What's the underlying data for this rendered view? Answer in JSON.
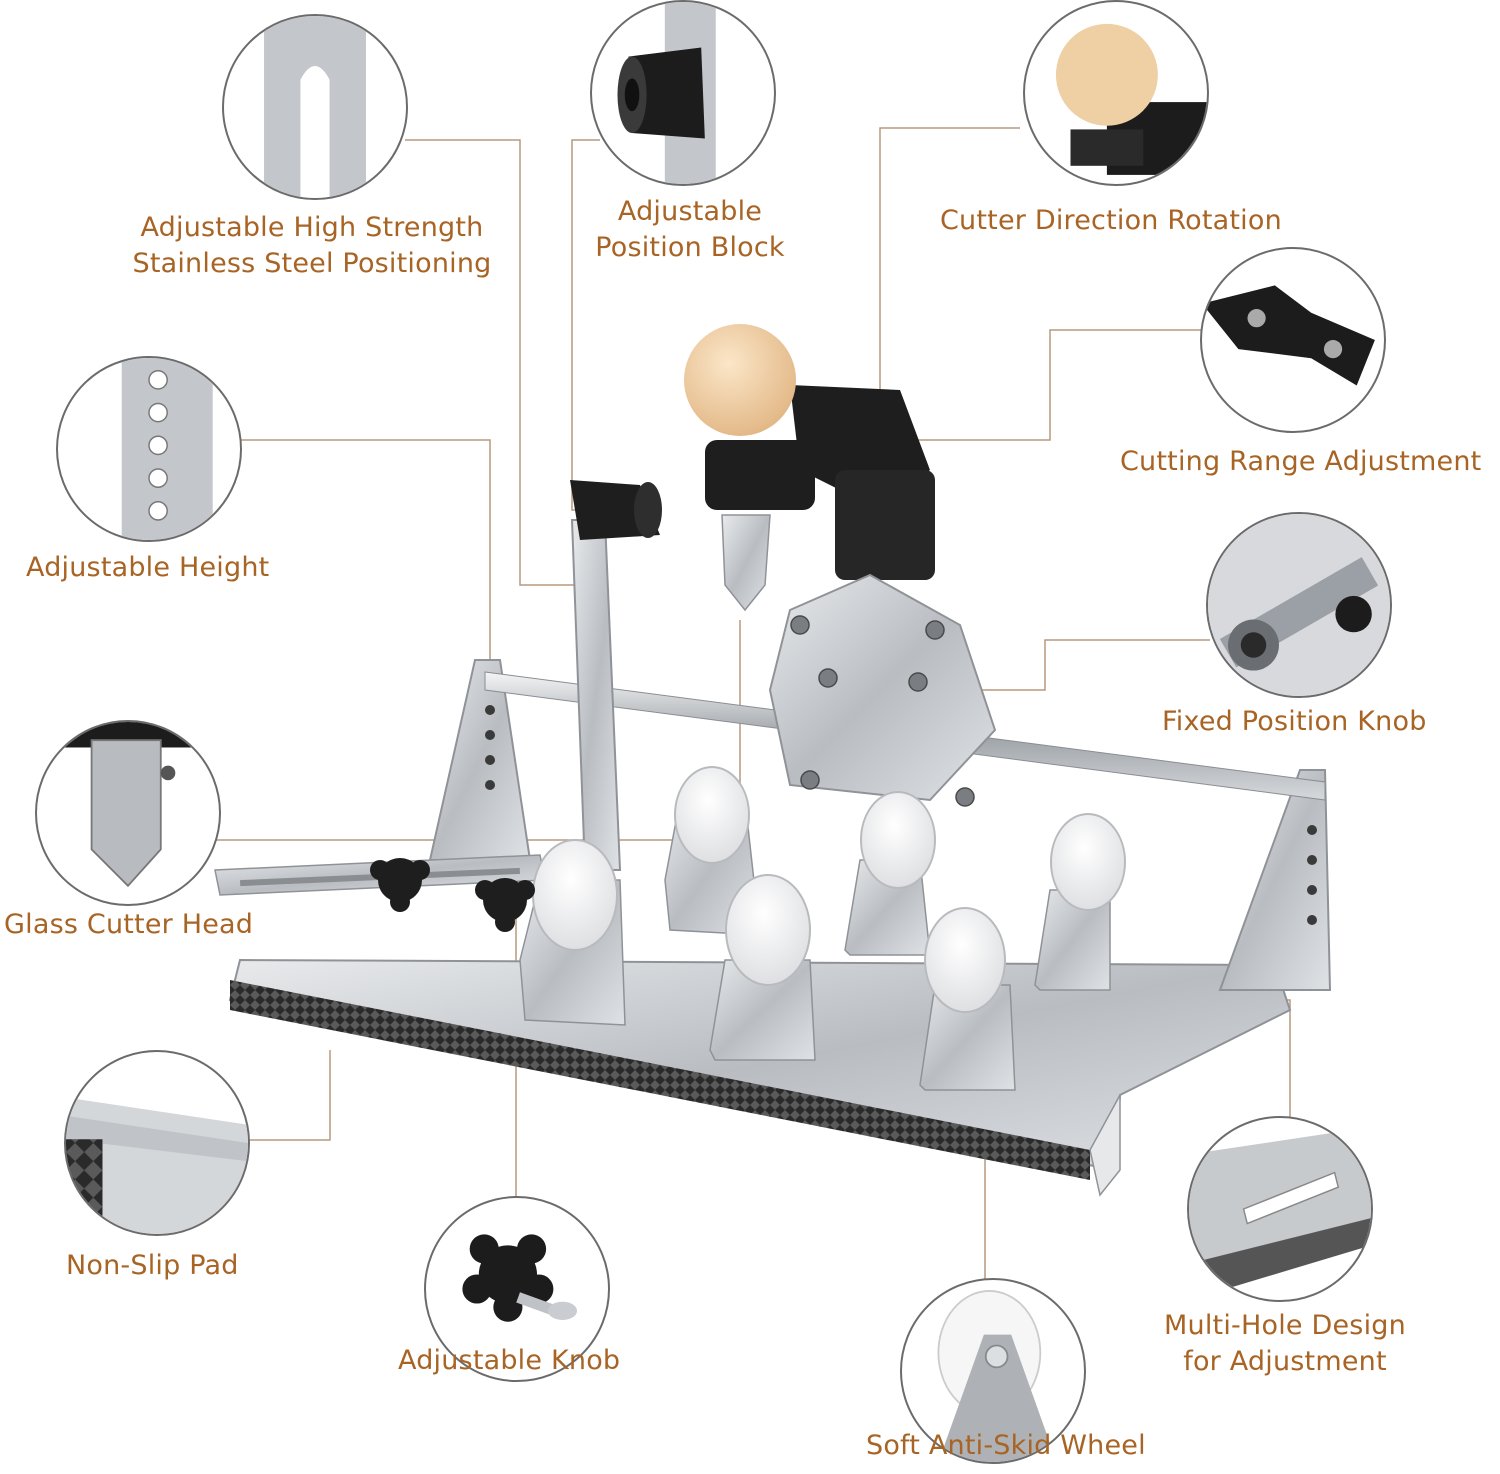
{
  "callouts": {
    "positioning": {
      "line1": "Adjustable High Strength",
      "line2": "Stainless Steel Positioning",
      "icon": "slotted-steel-bar-icon"
    },
    "position_block": {
      "line1": "Adjustable",
      "line2": "Position Block",
      "icon": "rubber-stopper-block-icon"
    },
    "direction_rotation": {
      "line1": "Cutter Direction Rotation",
      "icon": "wooden-ball-knob-icon"
    },
    "cutting_range": {
      "line1": "Cutting Range Adjustment",
      "icon": "hinged-arm-icon"
    },
    "height": {
      "line1": "Adjustable Height",
      "icon": "perforated-bracket-icon"
    },
    "fixed_knob": {
      "line1": "Fixed Position Knob",
      "icon": "clamp-knob-icon"
    },
    "cutter_head": {
      "line1": "Glass Cutter Head",
      "icon": "cutter-head-icon"
    },
    "non_slip": {
      "line1": "Non-Slip Pad",
      "icon": "rubber-pad-icon"
    },
    "knob": {
      "line1": "Adjustable Knob",
      "icon": "star-knob-icon"
    },
    "wheel": {
      "line1": "Soft Anti-Skid Wheel",
      "icon": "caster-wheel-icon"
    },
    "multi_hole": {
      "line1": "Multi-Hole Design",
      "line2": "for Adjustment",
      "icon": "slotted-plate-icon"
    }
  },
  "colors": {
    "label_text": "#a86424",
    "leader_line": "#b89a7e",
    "circle_border": "#6b6b6b",
    "steel": "#c9ccd0",
    "black_part": "#1e1e1e",
    "wood": "#f0cfa6"
  }
}
